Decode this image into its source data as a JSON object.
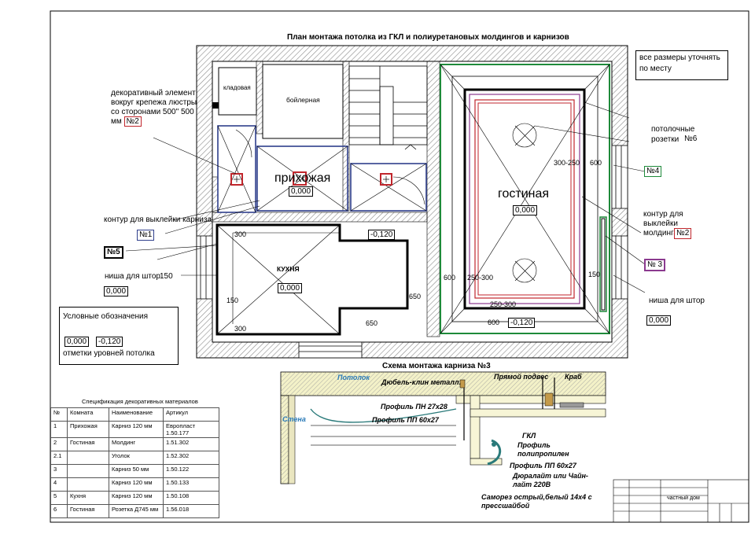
{
  "plan": {
    "title": "План монтажа потолка из ГКЛ и полиуретановых молдингов и карнизов",
    "note": "все размеры уточнять по месту",
    "rooms": {
      "storage": "кладовая",
      "boiler": "бойлерная",
      "hallway": "прихожая",
      "kitchen": "КУХНЯ",
      "living": "гостиная"
    },
    "levels": {
      "hallway": "0,000",
      "kitchen": "0,000",
      "living": "0,000",
      "upper": "-0,120",
      "living_edge": "-0,120",
      "left_niche": "0,000",
      "right_niche": "0,000"
    },
    "dims": {
      "k300a": "300",
      "k150": "150",
      "k300b": "300",
      "k650a": "650",
      "k650b": "650",
      "l600a": "600",
      "l250a": "250-300",
      "l250b": "250-300",
      "l600b": "600",
      "l300top": "300-250",
      "l600top": "600",
      "l150": "150"
    },
    "callouts": {
      "chandelier": "декоративный элемент вокруг крепежа люстры со сторонами 500\" 500 мм",
      "chandelier_tag": "№2",
      "cornice_contour": "контур для выклейки карниза",
      "cornice_tag": "№1",
      "tag5": "№5",
      "niche_left": "ниша для штор",
      "niche_left_dim": "150",
      "rosettes": "потолочные розетки",
      "rosettes_tag": "№6",
      "tag4": "№4",
      "molding_contour": "контур для выклейки молдинга",
      "molding_tag": "№2",
      "tag3": "№ 3",
      "niche_right": "ниша для штор"
    },
    "legend": {
      "title": "Условные обозначения",
      "v1": "0,000",
      "v2": "-0,120",
      "caption": "отметки уровней потолка"
    }
  },
  "spec": {
    "title": "Спецификация декоративных материалов",
    "headers": [
      "№",
      "Комната",
      "Наименование",
      "Артикул"
    ],
    "rows": [
      [
        "1",
        "Прихожая",
        "Карниз 120 мм",
        "Европласт 1.50.177"
      ],
      [
        "2",
        "Гостиная",
        "Молдинг",
        "1.51.302"
      ],
      [
        "2.1",
        "",
        "Уголок",
        "1.52.302"
      ],
      [
        "3",
        "",
        "Карниз 50 мм",
        "1.50.122"
      ],
      [
        "4",
        "",
        "Карниз 120 мм",
        "1.50.133"
      ],
      [
        "5",
        "Кухня",
        "Карниз 120 мм",
        "1.50.108"
      ],
      [
        "6",
        "Гостиная",
        "Розетка Д745 мм",
        "1.56.018"
      ]
    ]
  },
  "section": {
    "title": "Схема монтажа карниза №3",
    "labels": {
      "ceiling": "Потолок",
      "wall": "Стена",
      "dowel": "Дюбель-клин металл.",
      "hanger": "Прямой подвес",
      "crab": "Краб",
      "pn": "Профиль ПН 27х28",
      "pp1": "Профиль ПП 60х27",
      "gkl": "ГКЛ",
      "pp_foam": "Профиль полипропилен",
      "pp2": "Профиль ПП 60х27",
      "duralight": "Дюралайт или Чайн-лайт 220В",
      "screw": "Саморез острый,белый 14х4 с прессшайбой"
    }
  },
  "stamp": {
    "name": "частный дом"
  },
  "colors": {
    "red": "#c0262c",
    "green": "#1e8a3a",
    "blue": "#2f3f8c",
    "purple": "#8b3a8f",
    "hatch": "#777777"
  }
}
